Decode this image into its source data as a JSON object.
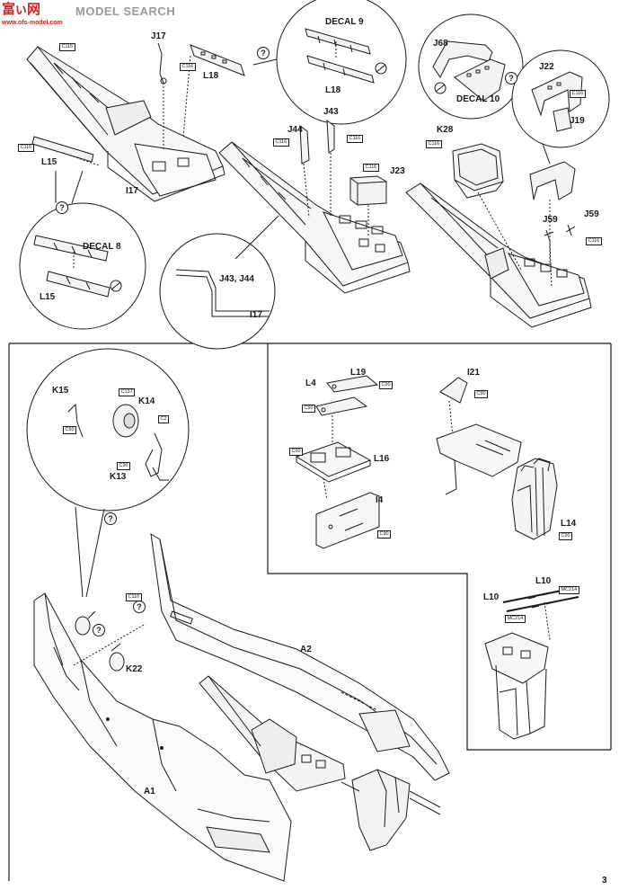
{
  "watermark": {
    "logo": "富ぃ网",
    "search": "MODEL SEARCH",
    "url": "www.ofs-model.com"
  },
  "page_number": "3",
  "part_labels": {
    "j17": "J17",
    "l18_top": "L18",
    "decal9": "DECAL 9",
    "l18_bubble": "L18",
    "l15_top": "L15",
    "i17_main": "I17",
    "decal8": "DECAL 8",
    "l15_bubble": "L15",
    "j44": "J44",
    "j43": "J43",
    "j23": "J23",
    "j43_j44": "J43, J44",
    "i17_detail": "I17",
    "j68": "J68",
    "decal10": "DECAL 10",
    "j22": "J22",
    "j19": "J19",
    "k28": "K28",
    "j59_left": "J59",
    "j59_right": "J59",
    "k15": "K15",
    "k14": "K14",
    "k13": "K13",
    "k22": "K22",
    "a1": "A1",
    "a2": "A2",
    "l19": "L19",
    "l4": "L4",
    "l16": "L16",
    "i4": "I4",
    "i21": "I21",
    "l14": "L14",
    "l10_top": "L10",
    "l10_left": "L10"
  },
  "color_refs": {
    "c115_a": "C115",
    "c116_a": "C116",
    "c116_b": "C116",
    "c116_c": "C116",
    "c116_d": "C116",
    "c116_e": "C116",
    "c116_f": "C116",
    "c116_g": "C116",
    "c116_h": "C116",
    "c116_i": "C116",
    "c116_j": "C116",
    "c137": "C137",
    "c2": "C2",
    "c60_a": "C60",
    "c90_a": "C90",
    "c90_b": "C90",
    "c90_c": "C90",
    "c60_b": "C60",
    "c90_d": "C90",
    "c90_e": "C90",
    "c90_f": "C90",
    "c90_g": "C90",
    "mc214_a": "MC214",
    "mc214_b": "MC214"
  }
}
